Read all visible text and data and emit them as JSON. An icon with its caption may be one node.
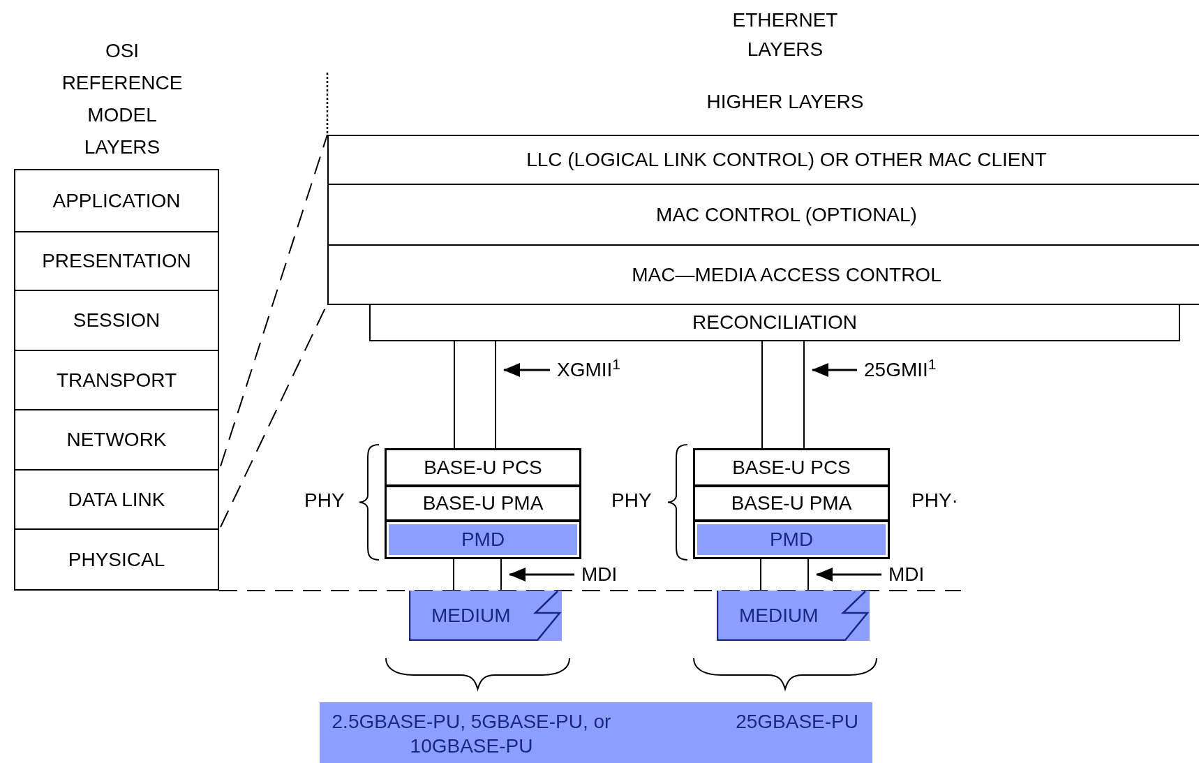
{
  "diagram": {
    "nodes": [
      {
        "text": [
          "APPLICATION"
        ]
      },
      {
        "text": [
          "PRESENTATION"
        ]
      },
      {
        "text": [
          "SESSION"
        ]
      },
      {
        "text": [
          "TRANSPORT"
        ]
      },
      {
        "text": [
          "NETWORK"
        ]
      },
      {
        "text": [
          "DATA LINK"
        ]
      },
      {
        "text": [
          "PHYSICAL"
        ]
      },
      {
        "text": [
          "LLC (LOGICAL LINK CONTROL) OR OTHER MAC CLIENT"
        ]
      },
      {
        "text": [
          "MAC CONTROL (OPTIONAL)"
        ]
      },
      {
        "text": [
          "MAC—MEDIA ACCESS CONTROL"
        ]
      },
      {
        "text": [
          "RECONCILIATION"
        ]
      },
      {
        "text": [
          "BASE-U PCS"
        ]
      },
      {
        "text": [
          "BASE-U PMA"
        ]
      },
      {
        "text": [
          "PMD"
        ]
      },
      {
        "text": [
          "MEDIUM"
        ]
      },
      {
        "text": [
          "BASE-U PCS"
        ]
      },
      {
        "text": [
          "BASE-U PMA"
        ]
      },
      {
        "text": [
          "PMD"
        ]
      },
      {
        "text": [
          "MEDIUM"
        ]
      },
      {
        "text": [
          "2.5GBASE-PU, 5GBASE-PU, or 10GBASE-PU",
          "25GBASE-PU"
        ]
      },
      {
        "text": [
          "XGMII$^{1}$"
        ]
      },
      {
        "text": [
          "25GMII$^{1}$"
        ]
      },
      {
        "text": [
          "MDI"
        ]
      },
      {
        "text": [
          "MDI"
        ]
      },
      {
        "text": [],
        "shape": "bar"
      },
      {
        "text": [],
        "shape": "bar"
      },
      {
        "text": [],
        "shape": "bar"
      },
      {
        "text": [],
        "shape": "bar"
      }
    ],
    "edges": [
      {
        "from": 20,
        "to": 24,
        "arrow": "to"
      },
      {
        "from": 21,
        "to": 25,
        "arrow": "to"
      },
      {
        "from": 22,
        "to": 26,
        "arrow": "to"
      },
      {
        "from": 23,
        "to": 27,
        "arrow": "to"
      },
      {
        "from": 5,
        "to": 7,
        "arrow": "none",
        "style": "dashed"
      },
      {
        "from": 5,
        "to": 9,
        "arrow": "none",
        "style": "dashed"
      }
    ],
    "labels": [
      "ETHERNET LAYERS",
      "OSI REFERENCE MODEL LAYERS",
      "HIGHER LAYERS",
      "PHY",
      "PHY",
      "PHY·"
    ]
  }
}
